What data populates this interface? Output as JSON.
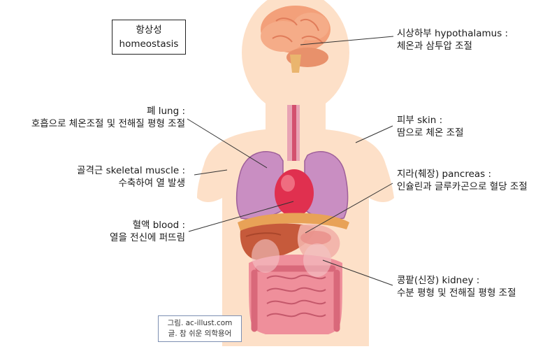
{
  "title": {
    "line1": "항상성",
    "line2": "homeostasis"
  },
  "labels": {
    "hypothalamus": {
      "line1": "시상하부 hypothalamus :",
      "line2": "체온과 삼투압 조절"
    },
    "lung": {
      "line1": "폐 lung :",
      "line2": "호흡으로 체온조절 및 전해질 평형 조절"
    },
    "skin": {
      "line1": "피부 skin :",
      "line2": "땀으로 체온 조절"
    },
    "skeletal_muscle": {
      "line1": "골격근 skeletal muscle :",
      "line2": "수축하여 열 발생"
    },
    "pancreas": {
      "line1": "지라(췌장) pancreas :",
      "line2": "인슐린과 글루카곤으로 혈당 조절"
    },
    "blood": {
      "line1": "혈액 blood :",
      "line2": "열을 전신에 퍼뜨림"
    },
    "kidney": {
      "line1": "콩팥(신장) kidney :",
      "line2": "수분 평형 및 전해질 평형 조절"
    }
  },
  "credit": {
    "line1": "그림. ac-illust.com",
    "line2": "글. 참 쉬운 의학용어"
  },
  "colors": {
    "skin": "#fde0c8",
    "brain": "#f3a07a",
    "lung": "#c98ec2",
    "heart": "#e0304f",
    "liver": "#c65a3b",
    "intestine": "#ef8f9b",
    "stomach": "#f2b1a8",
    "leader_line": "#333333"
  }
}
